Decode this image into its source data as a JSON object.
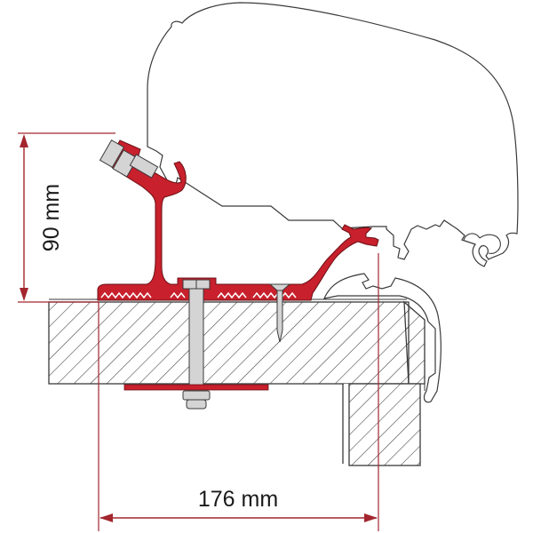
{
  "diagram": {
    "type": "technical-cross-section",
    "subject": "awning adapter bracket mounted on caravan roof edge",
    "dimensions": {
      "height": {
        "label": "90 mm",
        "value": 90,
        "unit": "mm",
        "orientation": "vertical"
      },
      "width": {
        "label": "176 mm",
        "value": 176,
        "unit": "mm",
        "orientation": "horizontal"
      }
    },
    "components": [
      {
        "name": "awning-cassette-housing",
        "color": "#ffffff"
      },
      {
        "name": "adapter-bracket",
        "color": "#c8202c"
      },
      {
        "name": "roof-panel-hatched",
        "color": "#ffffff"
      },
      {
        "name": "wall-panel-hatched",
        "color": "#ffffff"
      },
      {
        "name": "through-bolt-with-nut",
        "color": "#d4d4d4"
      },
      {
        "name": "wood-screw",
        "color": "#d4d4d4"
      },
      {
        "name": "backing-plate",
        "color": "#c8202c"
      },
      {
        "name": "roof-edge-rail-profile",
        "color": "#ffffff"
      }
    ],
    "colors": {
      "accent_red": "#c8202c",
      "dimension_line": "#a3262f",
      "outline": "#3a3a3a",
      "metal_fill": "#d4d4d4"
    }
  }
}
